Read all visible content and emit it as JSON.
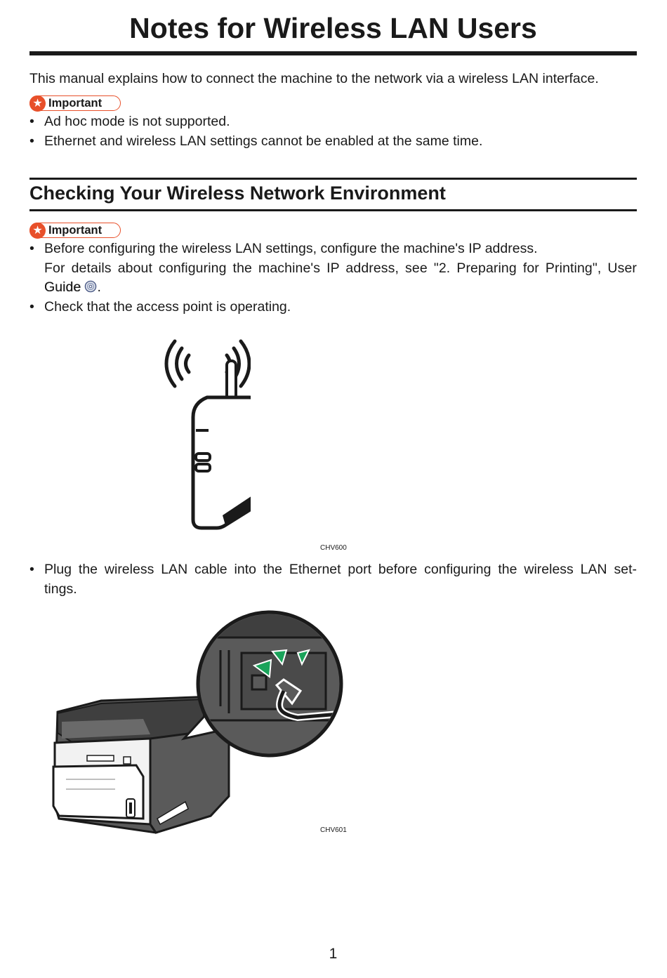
{
  "title": "Notes for Wireless LAN Users",
  "intro": "This manual explains how to connect the machine to the network via a wireless LAN interface.",
  "important_label": "Important",
  "important_1": {
    "items": [
      "Ad hoc mode is not supported.",
      "Ethernet and wireless LAN settings cannot be enabled at the same time."
    ]
  },
  "section": {
    "heading": "Checking Your Wireless Network Environment",
    "important_items": {
      "item1_line1": "Before configuring the wireless LAN settings, configure the machine's IP address.",
      "item1_line2": "For details about configuring the machine's IP address, see \"2. Preparing for Printing\", User Guide",
      "item1_suffix": ".",
      "item2": "Check that the access point is operating."
    },
    "bullet_after_fig": "Plug the wireless LAN cable into the Ethernet port before configuring the wireless LAN settings.",
    "bullet_after_fig_part1": "Plug the wireless LAN cable into the Ethernet port before configuring the wireless LAN set-",
    "bullet_after_fig_part2": "tings."
  },
  "figures": {
    "router_label": "CHV600",
    "printer_label": "CHV601"
  },
  "bullet_char": "•",
  "page_number": "1",
  "colors": {
    "text": "#1a1a1a",
    "important_accent": "#e8502a",
    "arrow_green": "#1aa35a",
    "figure_dark": "#555555"
  },
  "icons": [
    "star-icon",
    "cd-rom-icon",
    "wireless-router-illustration",
    "printer-lan-port-illustration"
  ]
}
